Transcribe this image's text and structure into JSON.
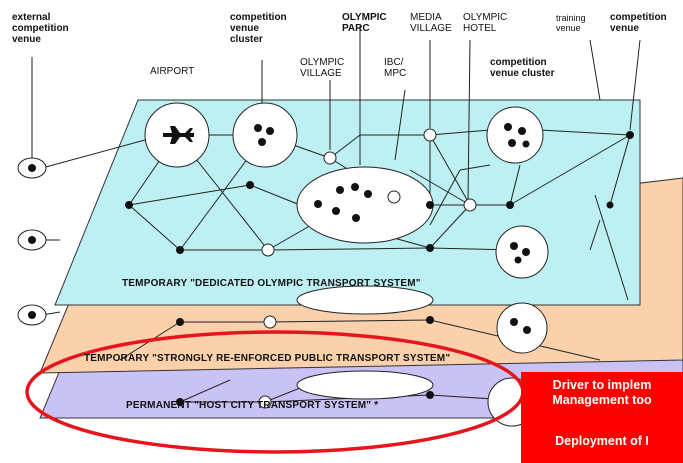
{
  "labels": {
    "external_venue": "external\ncompetition\nvenue",
    "competition_venue_cluster_top": "competition\nvenue\ncluster",
    "olympic_parc": "OLYMPIC\nPARC",
    "media_village": "MEDIA\nVILLAGE",
    "olympic_hotel": "OLYMPIC\nHOTEL",
    "training_venue": "training\nvenue",
    "competition_venue": "competition\nvenue",
    "airport": "AIRPORT",
    "olympic_village": "OLYMPIC\nVILLAGE",
    "ibc_mpc": "IBC/\nMPC",
    "competition_venue_cluster_right": "competition\nvenue cluster"
  },
  "layers": {
    "dedicated": "TEMPORARY \"DEDICATED OLYMPIC TRANSPORT SYSTEM\"",
    "public": "TEMPORARY \"STRONGLY RE-ENFORCED PUBLIC TRANSPORT SYSTEM\"",
    "host": "PERMANENT \"HOST CITY TRANSPORT SYSTEM\" *"
  },
  "callout": {
    "line1": "Driver to implem",
    "line2": "Management too",
    "line3": "Deployment of I"
  },
  "colors": {
    "dedicated_layer": "#bdf0f2",
    "public_layer": "#fad1ab",
    "host_layer": "#c9c2f5",
    "highlight_ellipse": "#e8141b",
    "callout_bg": "#ff0000"
  }
}
